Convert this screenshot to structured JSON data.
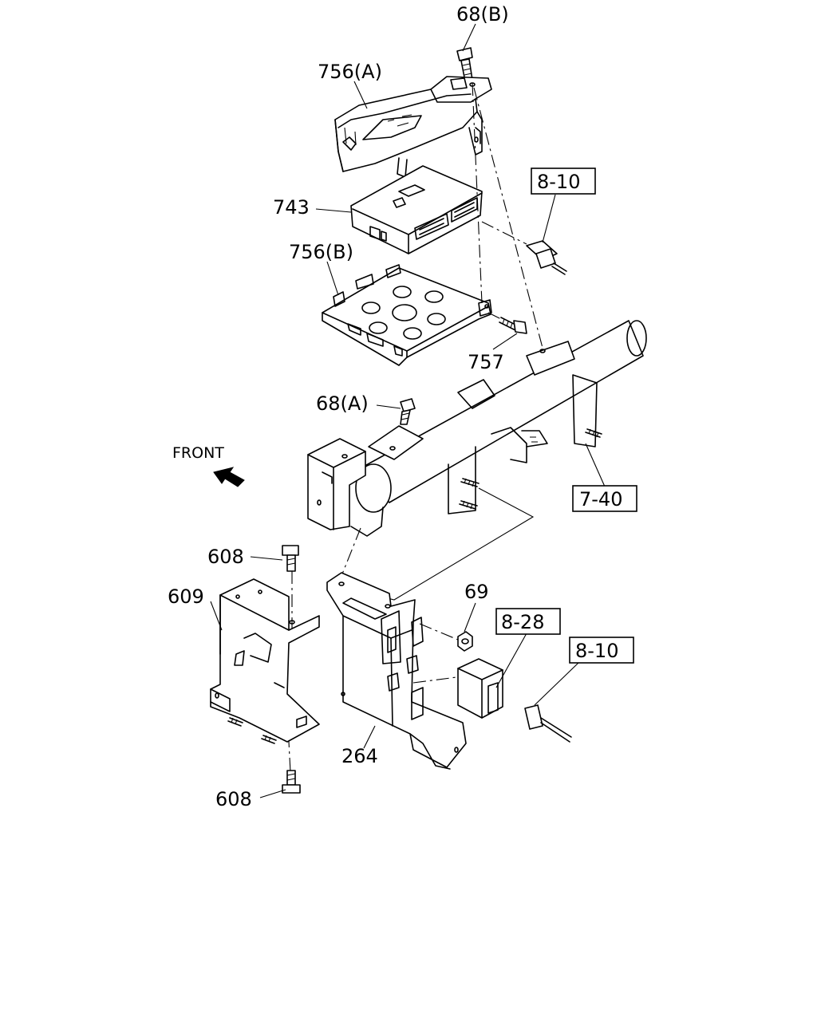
{
  "labels": {
    "p68b": "68(B)",
    "p756a": "756(A)",
    "p743": "743",
    "p756b": "756(B)",
    "p757": "757",
    "p68a": "68(A)",
    "front": "FRONT",
    "p608_top": "608",
    "p609": "609",
    "p264": "264",
    "p608_bottom": "608",
    "p69": "69"
  },
  "refs": {
    "r810_top": "8-10",
    "r740": "7-40",
    "r828": "8-28",
    "r810_bottom": "8-10"
  },
  "icons": {
    "front_arrow": "arrow-up-left-icon"
  }
}
